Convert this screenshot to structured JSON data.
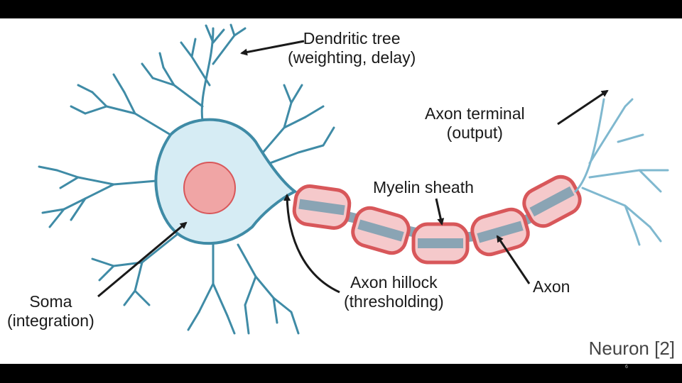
{
  "labels": {
    "dendritic_tree": [
      "Dendritic tree",
      "(weighting, delay)"
    ],
    "axon_terminal": [
      "Axon terminal",
      "(output)"
    ],
    "myelin_sheath": "Myelin sheath",
    "soma": [
      "Soma",
      "(integration)"
    ],
    "axon_hillock": [
      "Axon hillock",
      "(thresholding)"
    ],
    "axon": "Axon"
  },
  "caption": "Neuron [2]",
  "page_number": "6",
  "colors": {
    "dendrite": "#3f8ba6",
    "soma_fill": "#d6ecf4",
    "nucleus": "#f0a5a5",
    "myelin_outline": "#d8575a",
    "myelin_fill": "#f5c9cb",
    "axon_core": "#8aa4b4",
    "arrow": "#1a1a1a"
  }
}
